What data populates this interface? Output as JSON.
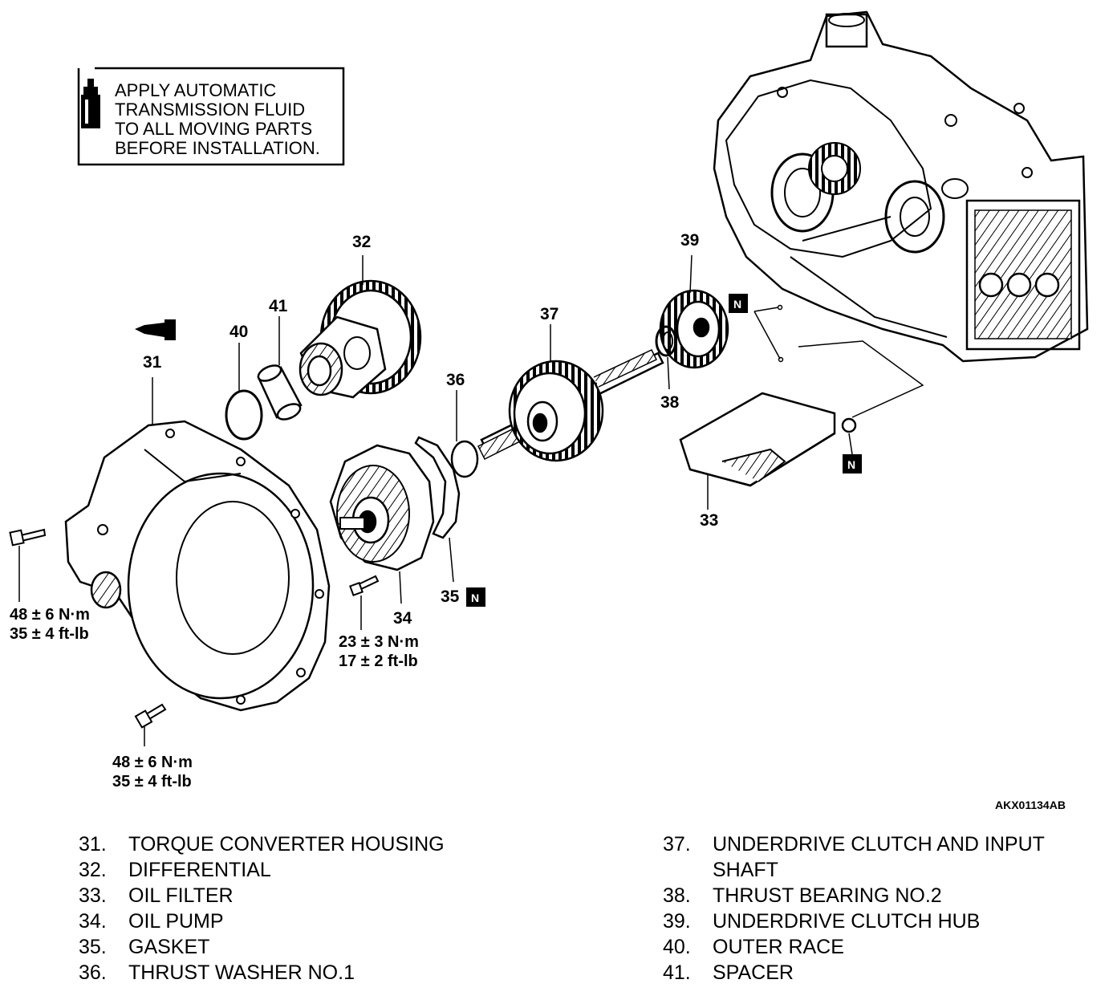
{
  "note": {
    "line1": "APPLY AUTOMATIC",
    "line2": "TRANSMISSION FLUID",
    "line3": "TO ALL MOVING PARTS",
    "line4": "BEFORE INSTALLATION."
  },
  "callouts": {
    "c31": "31",
    "c32": "32",
    "c33": "33",
    "c34": "34",
    "c35": "35",
    "c36": "36",
    "c37": "37",
    "c38": "38",
    "c39": "39",
    "c40": "40",
    "c41": "41"
  },
  "torque": {
    "housing_bolt_left": {
      "nm": "48 ± 6 N·m",
      "ftlb": "35 ± 4 ft-lb"
    },
    "housing_bolt_bottom": {
      "nm": "48 ± 6 N·m",
      "ftlb": "35 ± 4 ft-lb"
    },
    "pump_bolt": {
      "nm": "23 ± 3 N·m",
      "ftlb": "17 ± 2 ft-lb"
    }
  },
  "new_part_mark": "N",
  "figure_code": "AKX01134AB",
  "legend": {
    "left": [
      {
        "num": "31.",
        "text": "TORQUE CONVERTER HOUSING"
      },
      {
        "num": "32.",
        "text": "DIFFERENTIAL"
      },
      {
        "num": "33.",
        "text": "OIL FILTER"
      },
      {
        "num": "34.",
        "text": "OIL PUMP"
      },
      {
        "num": "35.",
        "text": "GASKET"
      },
      {
        "num": "36.",
        "text": "THRUST WASHER NO.1"
      }
    ],
    "right": [
      {
        "num": "37.",
        "text": "UNDERDRIVE CLUTCH AND INPUT SHAFT"
      },
      {
        "num": "38.",
        "text": "THRUST BEARING NO.2"
      },
      {
        "num": "39.",
        "text": "UNDERDRIVE CLUTCH HUB"
      },
      {
        "num": "40.",
        "text": "OUTER RACE"
      },
      {
        "num": "41.",
        "text": "SPACER"
      }
    ]
  }
}
